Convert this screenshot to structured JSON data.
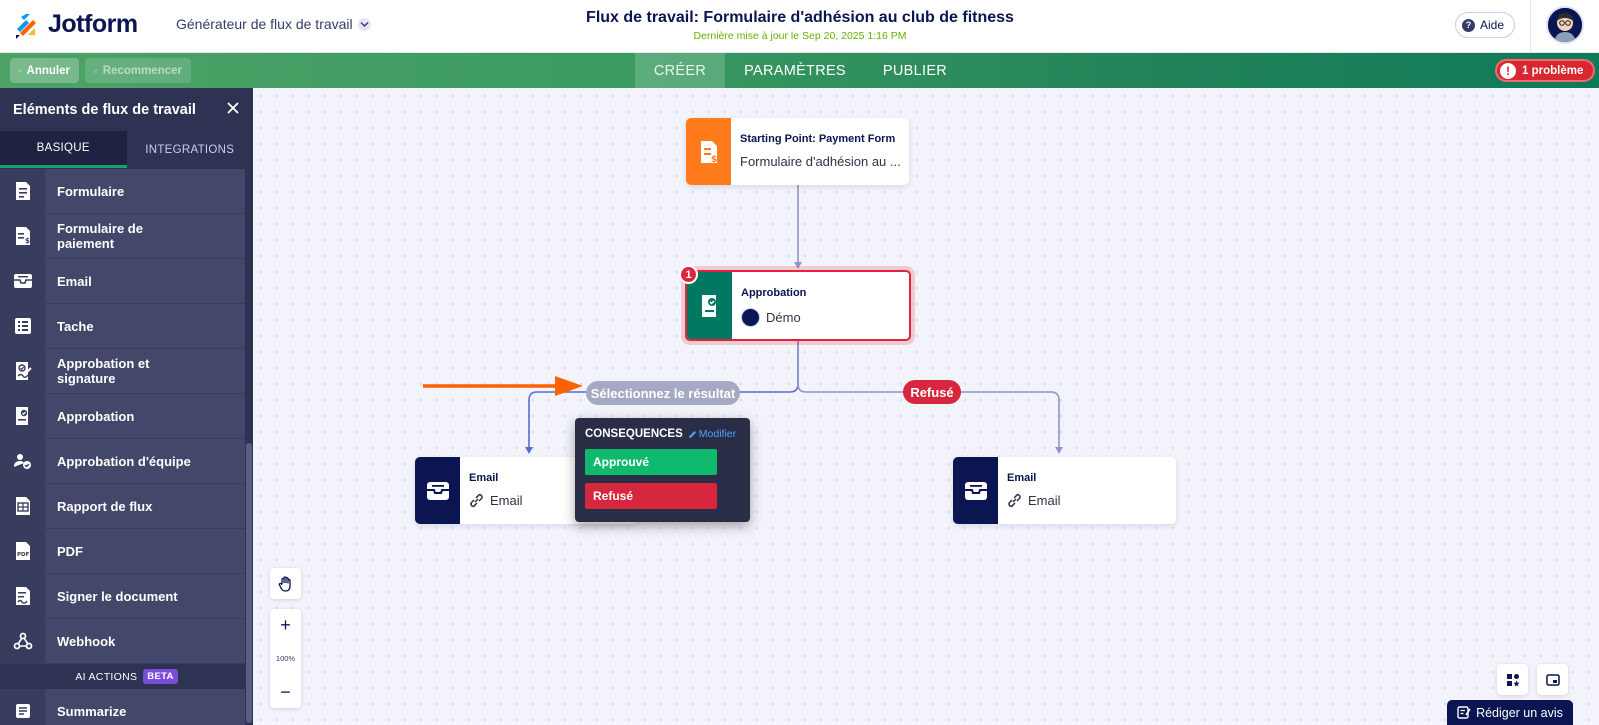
{
  "app": {
    "logo_text": "Jotform",
    "builder_switch": "Générateur de flux de travail",
    "title": "Flux de travail: Formulaire d'adhésion au club de fitness",
    "last_update": "Dernière mise à jour le Sep 20, 2025 1:16 PM",
    "help_label": "Aide"
  },
  "toolbar": {
    "undo_label": "Annuler",
    "redo_label": "Recommencer",
    "tabs": [
      "CRÉER",
      "PARAMÈTRES",
      "PUBLIER"
    ],
    "active_tab": "CRÉER",
    "problem_label": "1 problème"
  },
  "sidebar": {
    "title": "Eléments de flux de travail",
    "tabs": [
      "BASIQUE",
      "INTEGRATIONS"
    ],
    "items": [
      {
        "label": "Formulaire",
        "icon": "form-icon"
      },
      {
        "label": "Formulaire de paiement",
        "icon": "payment-form-icon"
      },
      {
        "label": "Email",
        "icon": "email-icon"
      },
      {
        "label": "Tache",
        "icon": "task-icon"
      },
      {
        "label": "Approbation et signature",
        "icon": "approval-signature-icon"
      },
      {
        "label": "Approbation",
        "icon": "approval-icon"
      },
      {
        "label": "Approbation d'équipe",
        "icon": "team-approval-icon"
      },
      {
        "label": "Rapport de flux",
        "icon": "flow-report-icon"
      },
      {
        "label": "PDF",
        "icon": "pdf-icon"
      },
      {
        "label": "Signer le document",
        "icon": "sign-document-icon"
      },
      {
        "label": "Webhook",
        "icon": "webhook-icon"
      }
    ],
    "ai_actions_label": "AI ACTIONS",
    "beta_label": "BETA",
    "ai_items": [
      {
        "label": "Summarize",
        "icon": "summarize-icon"
      }
    ]
  },
  "canvas": {
    "start_node": {
      "type": "Starting Point: Payment Form",
      "subtitle": "Formulaire d'adhésion au ..."
    },
    "approval_node": {
      "type": "Approbation",
      "assignee": "Démo",
      "error_count": "1"
    },
    "select_result_label": "Sélectionnez le résultat",
    "refused_branch_label": "Refusé",
    "consequences": {
      "title": "CONSEQUENCES",
      "edit_label": "Modifier",
      "options": [
        "Approuvé",
        "Refusé"
      ]
    },
    "email_node_left": {
      "type": "Email",
      "subtitle": "Email"
    },
    "email_node_right": {
      "type": "Email",
      "subtitle": "Email"
    },
    "zoom_level": "100%",
    "feedback_label": "Rédiger un avis"
  },
  "colors": {
    "brand_navy": "#0a1551",
    "start_orange": "#ff7b1c",
    "approval_green": "#007862",
    "approve_green": "#0fba6e",
    "refuse_red": "#d7273f",
    "arrow_orange": "#ff6100"
  }
}
